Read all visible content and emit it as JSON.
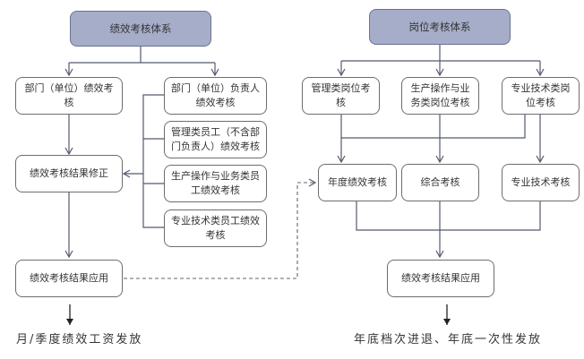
{
  "left": {
    "root": "绩效考核体系",
    "dept": "部门（单位）绩效考核",
    "correction": "绩效考核结果修正",
    "application": "绩效考核结果应用",
    "subtypes": [
      "部门（单位）负责人绩效考核",
      "管理类员工（不含部门负责人）绩效考核",
      "生产操作与业务类员工绩效考核",
      "专业技术类员工绩效考核"
    ],
    "outcome": "月/季度绩效工资发放"
  },
  "right": {
    "root": "岗位考核体系",
    "positions": [
      "管理类岗位考核",
      "生产操作与业务类岗位考核",
      "专业技术类岗位考核"
    ],
    "assessments": [
      "年度绩效考核",
      "综合考核",
      "专业技术考核"
    ],
    "application": "绩效考核结果应用",
    "outcome": "年底档次进退、年底一次性发放"
  },
  "colors": {
    "header_fill": "#a5adc8",
    "line": "#555a6e",
    "box_border": "#6d6d6d"
  }
}
